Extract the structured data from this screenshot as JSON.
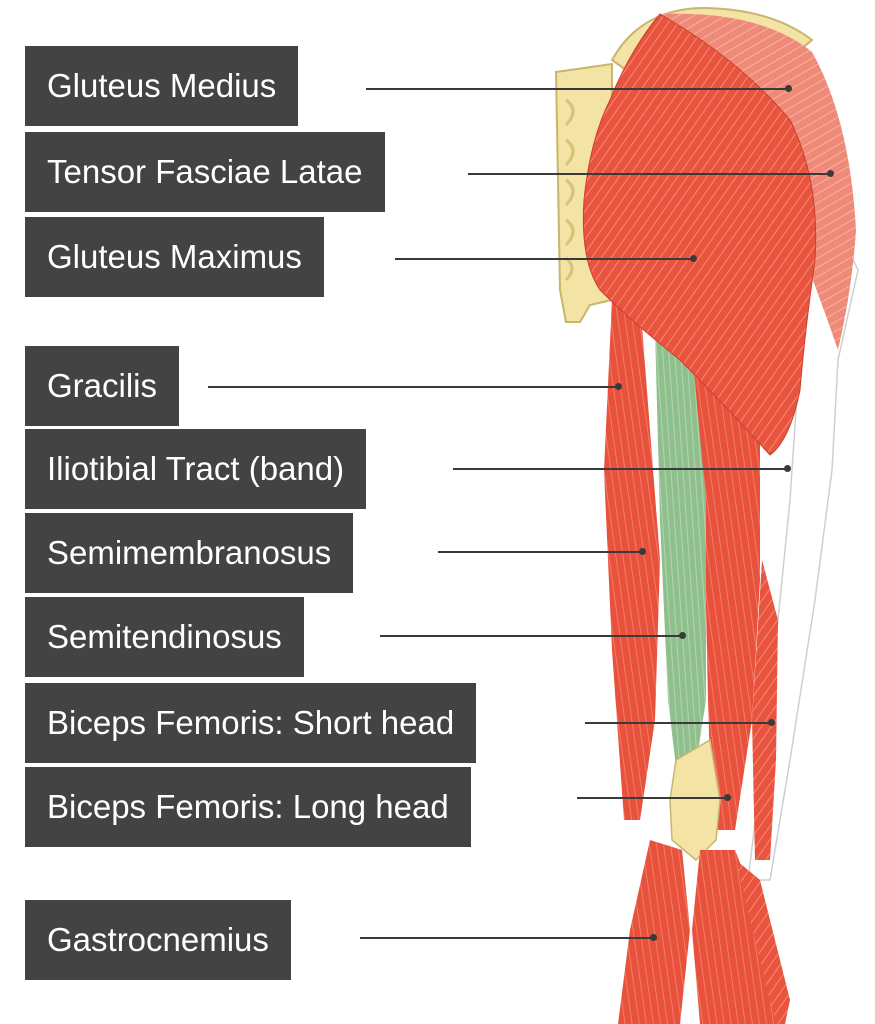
{
  "diagram": {
    "labels": [
      "Gluteus Medius",
      "Tensor Fasciae Latae",
      "Gluteus Maximus",
      "Gracilis",
      "Iliotibial Tract (band)",
      "Semimembranosus",
      "Semitendinosus",
      "Biceps Femoris: Short head",
      "Biceps Femoris: Long head",
      "Gastrocnemius"
    ]
  },
  "colors": {
    "label_bg": "#434343",
    "label_text": "#ffffff",
    "muscle": "#e9543f",
    "muscle_light": "#f08a78",
    "tendon_green": "#8fbf8c",
    "bone": "#f3e3a4",
    "leader": "#3a3a3a"
  }
}
